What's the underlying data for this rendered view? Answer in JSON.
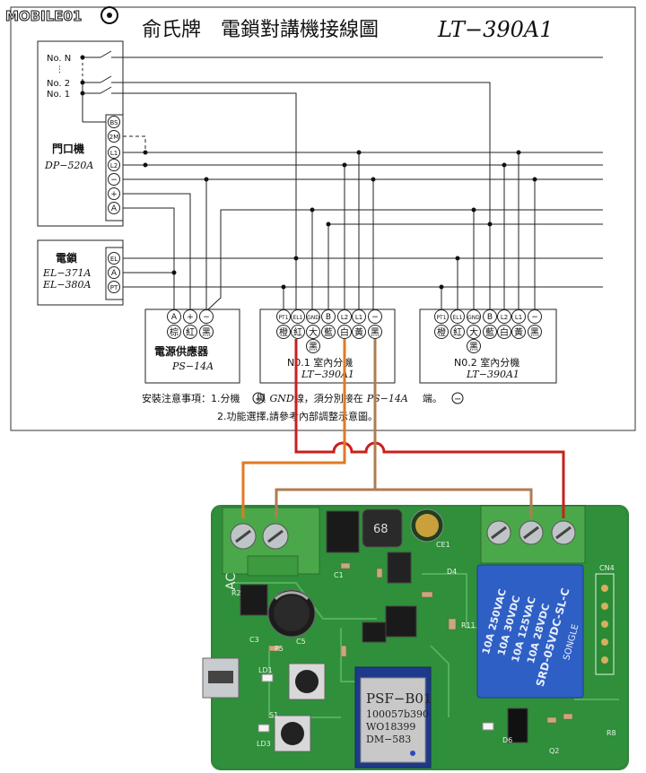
{
  "watermark": "MOBILE01",
  "title": "俞氏牌　電鎖對講機接線圖",
  "title_model": "LT−390A1",
  "door_station": {
    "name": "門口機",
    "model": "DP−520A",
    "buttons": [
      "No. N",
      "⋮",
      "No. 2",
      "No. 1"
    ],
    "terminals": [
      "BS",
      "2M",
      "L1",
      "L2",
      "−",
      "+",
      "A"
    ]
  },
  "lock": {
    "name": "電鎖",
    "models": [
      "EL−371A",
      "EL−380A"
    ],
    "terminals": [
      "EL",
      "A",
      "PT"
    ]
  },
  "power": {
    "name": "電源供應器",
    "model": "PS−14A",
    "terminals": [
      "A",
      "+",
      "−"
    ],
    "colors": [
      "棕",
      "紅",
      "黑"
    ]
  },
  "indoor1": {
    "name": "N0.1 室內分機",
    "model": "LT−390A1",
    "terminals": [
      "PT1",
      "EL1",
      "GND",
      "B",
      "L2",
      "L1",
      "−"
    ],
    "colors": [
      "橙",
      "紅",
      "大",
      "藍",
      "白",
      "黃",
      "黑"
    ],
    "extra_color": "黑"
  },
  "indoor2": {
    "name": "N0.2 室內分機",
    "model": "LT−390A1",
    "terminals": [
      "PT1",
      "EL1",
      "GND",
      "B",
      "L2",
      "L1",
      "−"
    ],
    "colors": [
      "橙",
      "紅",
      "大",
      "藍",
      "白",
      "黃",
      "黑"
    ],
    "extra_color": "黑"
  },
  "notes": {
    "lead": "安裝注意事項：",
    "line1_a": "1.分機",
    "line1_b": "與",
    "line1_c": "GND",
    "line1_d": "線，須分別接在",
    "line1_e": "PS−14A",
    "line1_f": "端。",
    "line2": "2.功能選擇,請參考內部調整示意圖。",
    "minus_symbol": "−"
  },
  "board": {
    "ac_label": "AC",
    "ce_label": "CE1",
    "chip_code": "68",
    "module_lines": [
      "PSF−B01",
      "100057b390",
      "WO18399",
      "DM−583"
    ],
    "relay_lines": [
      "10A 250VAC",
      "10A 30VDC",
      "10A 125VAC",
      "10A 28VDC",
      "SRD-05VDC-SL-C"
    ],
    "relay_brand": "SONGLE",
    "parts": [
      "R2",
      "P5",
      "LD1",
      "LD3",
      "C1",
      "C3",
      "C5",
      "R11",
      "R8",
      "D4",
      "D6",
      "Q2",
      "CN4",
      "S1"
    ]
  },
  "colors": {
    "wire_red": "#c8201e",
    "wire_orange": "#e07a22",
    "wire_brown": "#b07c52",
    "pcb": "#2f8f3a",
    "relay": "#2e5fc4",
    "terminal": "#4aa84a"
  }
}
